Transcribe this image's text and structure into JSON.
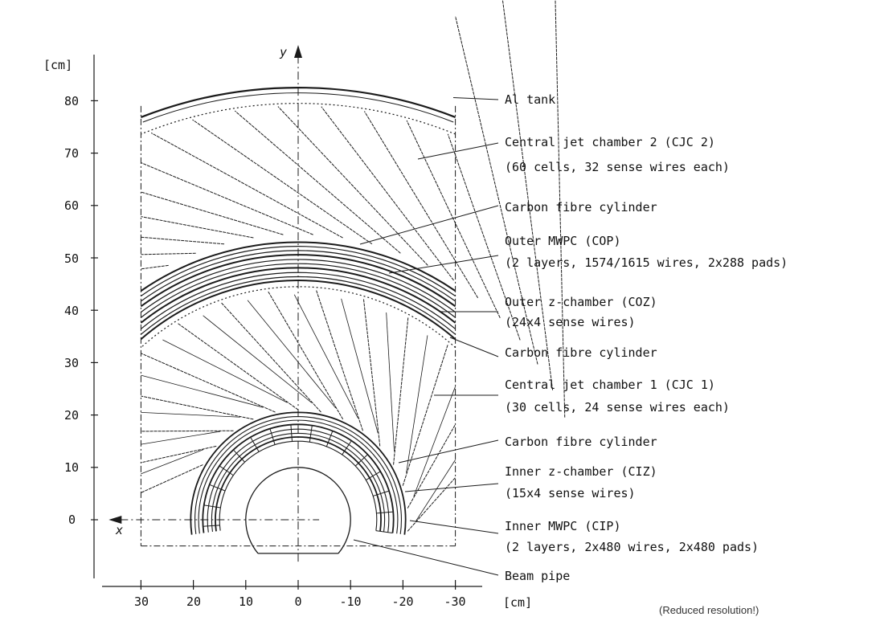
{
  "axes": {
    "y_unit": "[cm]",
    "x_unit": "[cm]",
    "y_axis_name": "y",
    "x_axis_name": "x",
    "y_ticks": [
      "80",
      "70",
      "60",
      "50",
      "40",
      "30",
      "20",
      "10",
      "0"
    ],
    "x_ticks": [
      "30",
      "20",
      "10",
      "0",
      "-10",
      "-20",
      "-30"
    ]
  },
  "labels": [
    {
      "id": "al-tank",
      "lines": [
        "Al tank"
      ]
    },
    {
      "id": "cjc2",
      "lines": [
        "Central jet chamber 2 (CJC 2)",
        "(60 cells, 32 sense wires each)"
      ]
    },
    {
      "id": "carbon-1",
      "lines": [
        "Carbon fibre cylinder"
      ]
    },
    {
      "id": "cop",
      "lines": [
        "Outer MWPC (COP)",
        "(2 layers, 1574/1615 wires, 2x288 pads)"
      ]
    },
    {
      "id": "coz",
      "lines": [
        "Outer z-chamber (COZ)",
        "(24x4 sense wires)"
      ]
    },
    {
      "id": "carbon-2",
      "lines": [
        "Carbon fibre cylinder"
      ]
    },
    {
      "id": "cjc1",
      "lines": [
        "Central jet chamber 1 (CJC 1)",
        "(30 cells, 24 sense wires each)"
      ]
    },
    {
      "id": "carbon-3",
      "lines": [
        "Carbon fibre cylinder"
      ]
    },
    {
      "id": "ciz",
      "lines": [
        "Inner z-chamber (CIZ)",
        "(15x4 sense wires)"
      ]
    },
    {
      "id": "cip",
      "lines": [
        "Inner MWPC (CIP)",
        "(2 layers, 2x480 wires, 2x480 pads)"
      ]
    },
    {
      "id": "beam-pipe",
      "lines": [
        "Beam pipe"
      ]
    }
  ],
  "note": "(Reduced resolution!)"
}
